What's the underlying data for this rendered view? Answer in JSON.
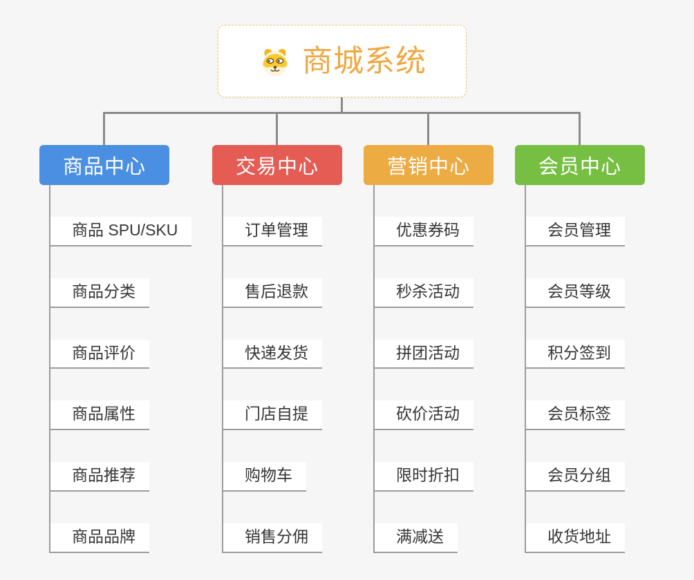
{
  "canvas": {
    "background": "#f6f6f6",
    "connector_color": "#8a8a8a",
    "underline_color": "#9b9b9b",
    "item_text_color": "#353535"
  },
  "root": {
    "label": "商城系统",
    "icon": "dog-face-icon",
    "text_color": "#f0a843",
    "border_color": "#f6c170",
    "background": "#ffffff"
  },
  "branches": [
    {
      "id": "product-center",
      "label": "商品中心",
      "color": "#4a8fe2",
      "items": [
        "商品 SPU/SKU",
        "商品分类",
        "商品评价",
        "商品属性",
        "商品推荐",
        "商品品牌"
      ]
    },
    {
      "id": "trade-center",
      "label": "交易中心",
      "color": "#e55c55",
      "items": [
        "订单管理",
        "售后退款",
        "快递发货",
        "门店自提",
        "购物车",
        "销售分佣"
      ]
    },
    {
      "id": "marketing-center",
      "label": "营销中心",
      "color": "#ecab43",
      "items": [
        "优惠券码",
        "秒杀活动",
        "拼团活动",
        "砍价活动",
        "限时折扣",
        "满减送"
      ]
    },
    {
      "id": "member-center",
      "label": "会员中心",
      "color": "#76bf42",
      "items": [
        "会员管理",
        "会员等级",
        "积分签到",
        "会员标签",
        "会员分组",
        "收货地址"
      ]
    }
  ]
}
